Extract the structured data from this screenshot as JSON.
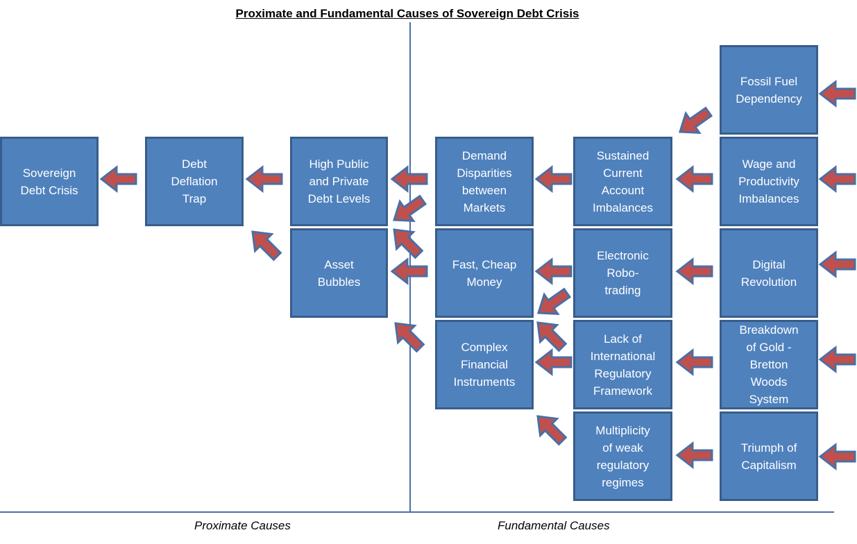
{
  "title": "Proximate and Fundamental Causes of Sovereign Debt Crisis",
  "colors": {
    "box_fill": "#4f81bd",
    "box_border": "#385d8a",
    "arrow_fill": "#c0504d",
    "arrow_border": "#4a6fa5",
    "axis_line": "#4a6fa5"
  },
  "boxes": {
    "sovereign": "Sovereign\nDebt Crisis",
    "deflation": "Debt\nDeflation\nTrap",
    "debt_levels": "High Public\nand Private\nDebt Levels",
    "asset_bubbles": "Asset\nBubbles",
    "demand": "Demand\nDisparities\nbetween\nMarkets",
    "money": "Fast, Cheap\nMoney",
    "instruments": "Complex\nFinancial\nInstruments",
    "current_account": "Sustained\nCurrent\nAccount\nImbalances",
    "robo": "Electronic\nRobo-\ntrading",
    "regulatory": "Lack of\nInternational\nRegulatory\nFramework",
    "multiplicity": "Multiplicity\nof weak\nregulatory\nregimes",
    "fossil": "Fossil Fuel\nDependency",
    "wage": "Wage and\nProductivity\nImbalances",
    "digital": "Digital\nRevolution",
    "gold": "Breakdown\nof Gold -\nBretton\nWoods\nSystem",
    "capitalism": "Triumph of\nCapitalism"
  },
  "footer": {
    "proximate": "Proximate Causes",
    "fundamental": "Fundamental Causes"
  }
}
